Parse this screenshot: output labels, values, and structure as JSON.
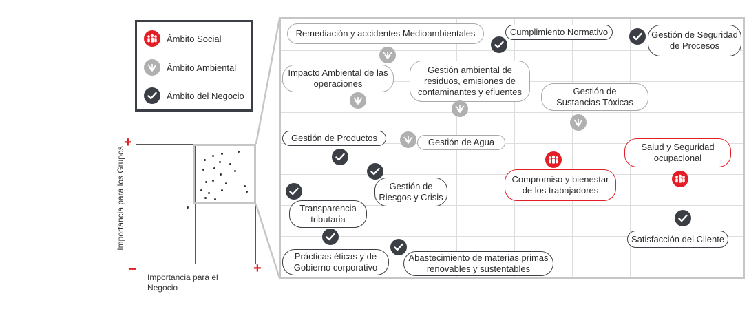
{
  "legend": {
    "items": [
      {
        "icon": "social-people-icon",
        "label": "Ámbito Social"
      },
      {
        "icon": "environmental-leaf-icon",
        "label": "Ámbito Ambiental"
      },
      {
        "icon": "business-check-icon",
        "label": "Ámbito del Negocio"
      }
    ]
  },
  "mini_chart": {
    "y_axis_label": "Importancia para los Grupos",
    "x_axis_label_line1": "Importancia para el",
    "x_axis_label_line2": "Negocio",
    "plus": "+",
    "minus": "−"
  },
  "colors": {
    "social": "#e41e26",
    "ambiental": "#b0b0b0",
    "negocio": "#3b3f45",
    "frame": "#c6c6c6"
  },
  "matrix": {
    "topics": [
      {
        "id": "remediacion",
        "category": "ambiental",
        "lines": [
          "Remediación y accidentes Medioambientales"
        ]
      },
      {
        "id": "cumplimiento",
        "category": "negocio",
        "lines": [
          "Cumplimiento Normativo"
        ]
      },
      {
        "id": "seguridad-procesos",
        "category": "negocio",
        "lines": [
          "Gestión de Seguridad",
          "de Procesos"
        ]
      },
      {
        "id": "impacto-ambiental",
        "category": "ambiental",
        "lines": [
          "Impacto Ambiental de las",
          "operaciones"
        ]
      },
      {
        "id": "gestion-residuos",
        "category": "ambiental",
        "lines": [
          "Gestión ambiental de",
          "residuos, emisiones de",
          "contaminantes y efluentes"
        ]
      },
      {
        "id": "sustancias-toxicas",
        "category": "ambiental",
        "lines": [
          "Gestión de",
          "Sustancias Tóxicas"
        ]
      },
      {
        "id": "productos",
        "category": "negocio",
        "lines": [
          "Gestión de Productos"
        ]
      },
      {
        "id": "agua",
        "category": "ambiental",
        "lines": [
          "Gestión de Agua"
        ]
      },
      {
        "id": "salud-seguridad",
        "category": "social",
        "lines": [
          "Salud y Seguridad",
          "ocupacional"
        ]
      },
      {
        "id": "riesgos",
        "category": "negocio",
        "lines": [
          "Gestión de",
          "Riesgos y Crisis"
        ]
      },
      {
        "id": "compromiso",
        "category": "social",
        "lines": [
          "Compromiso y bienestar",
          "de los trabajadores"
        ]
      },
      {
        "id": "transparencia",
        "category": "negocio",
        "lines": [
          "Transparencia",
          "tributaria"
        ]
      },
      {
        "id": "satisfaccion",
        "category": "negocio",
        "lines": [
          "Satisfacción del Cliente"
        ]
      },
      {
        "id": "practicas-eticas",
        "category": "negocio",
        "lines": [
          "Prácticas éticas y de",
          "Gobierno corporativo"
        ]
      },
      {
        "id": "abastecimiento",
        "category": "negocio",
        "lines": [
          "Abastecimiento de materias primas",
          "renovables y sustentables"
        ]
      }
    ]
  }
}
